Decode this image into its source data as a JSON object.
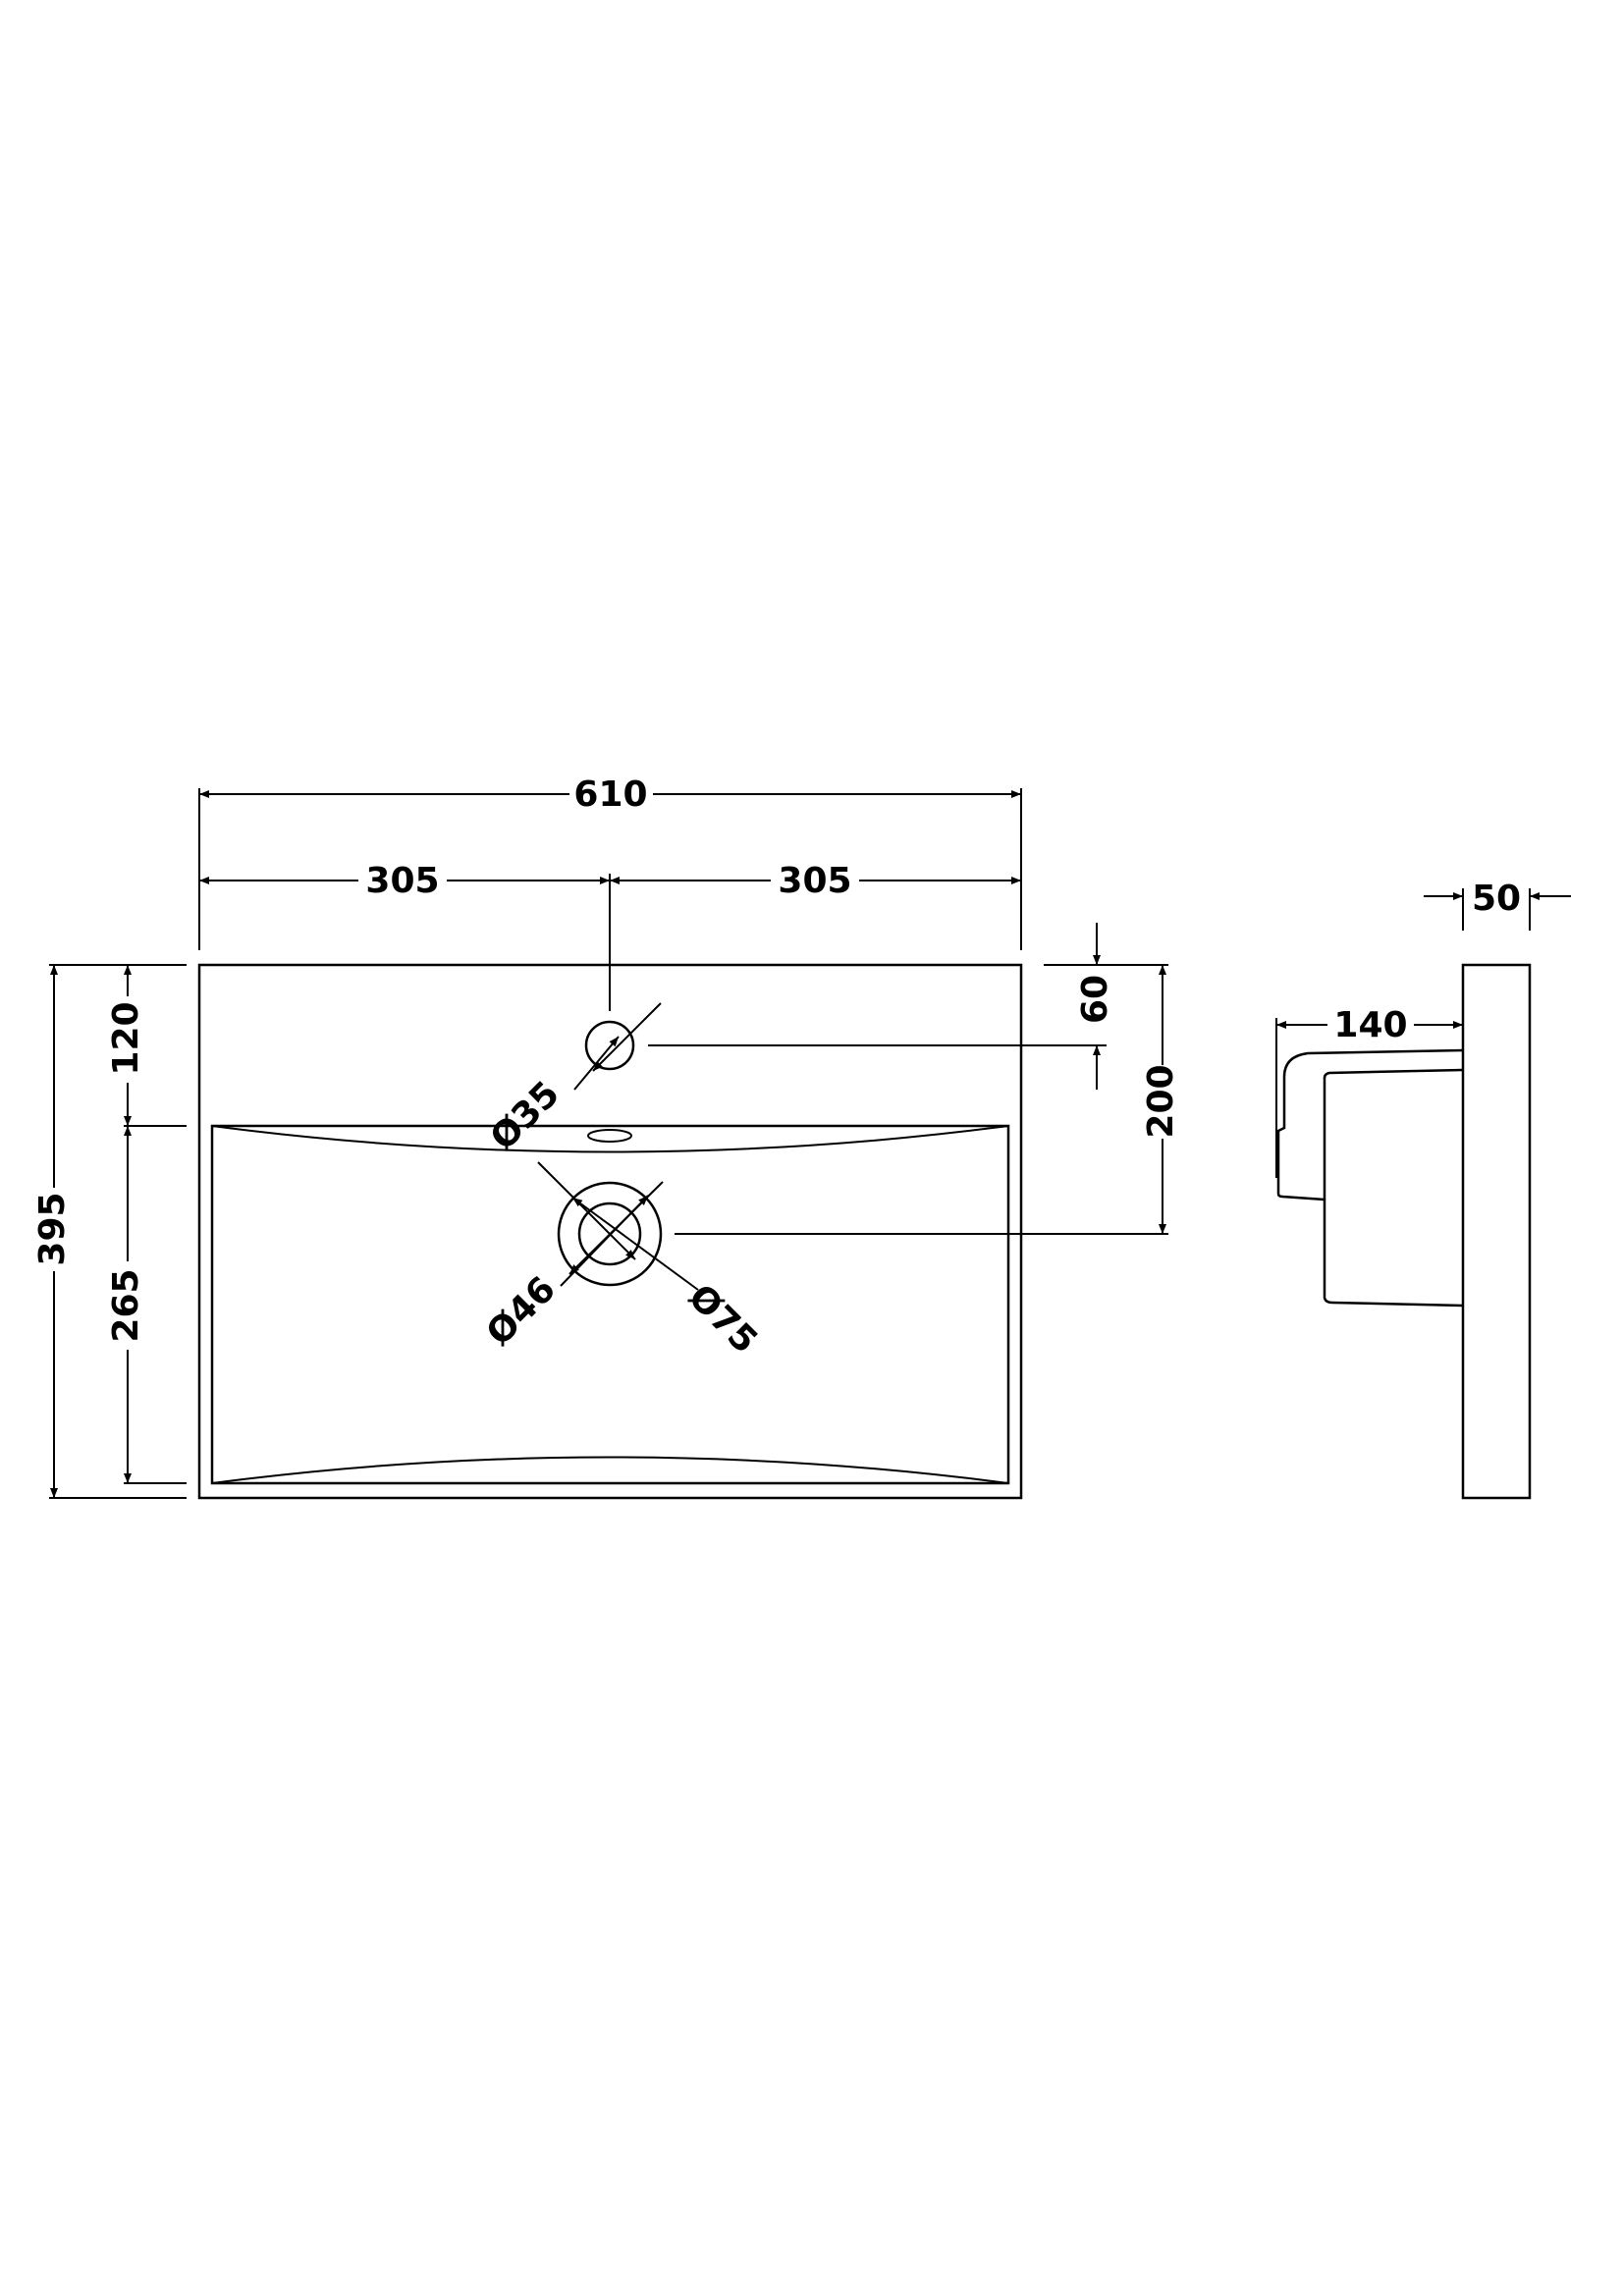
{
  "drawing": {
    "plan_view": {
      "overall_width": "610",
      "half_width_left": "305",
      "half_width_right": "305",
      "overall_depth": "395",
      "tap_hole_from_back": "120",
      "basin_depth": "265",
      "tap_hole_offset": "60",
      "waste_from_back": "200",
      "tap_hole_diameter": "Ø35",
      "waste_inner_diameter": "Ø46",
      "waste_outer_diameter": "Ø75"
    },
    "side_view": {
      "projection": "140",
      "thickness": "50"
    },
    "colors": {
      "line": "#000000",
      "background": "#ffffff"
    }
  }
}
